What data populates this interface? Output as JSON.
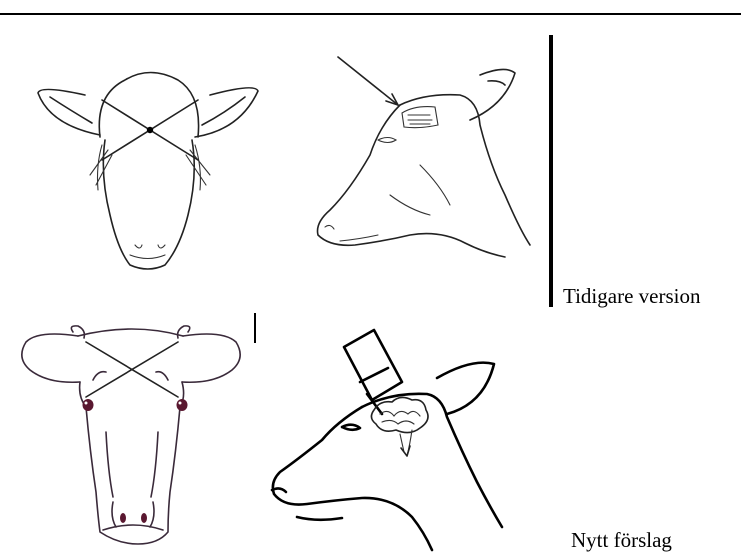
{
  "captions": {
    "old_version": "Tidigare version",
    "new_proposal": "Nytt förslag"
  },
  "figures": [
    {
      "id": "old-front",
      "icon": "cow-head-front-crosshair-sketch"
    },
    {
      "id": "old-side",
      "icon": "cow-head-side-arrow-sketch"
    },
    {
      "id": "new-front",
      "icon": "cow-head-front-crosshair-outline"
    },
    {
      "id": "new-side",
      "icon": "cow-head-side-captive-bolt-brain"
    }
  ],
  "colors": {
    "line": "#000000",
    "eye": "#5a1830"
  }
}
